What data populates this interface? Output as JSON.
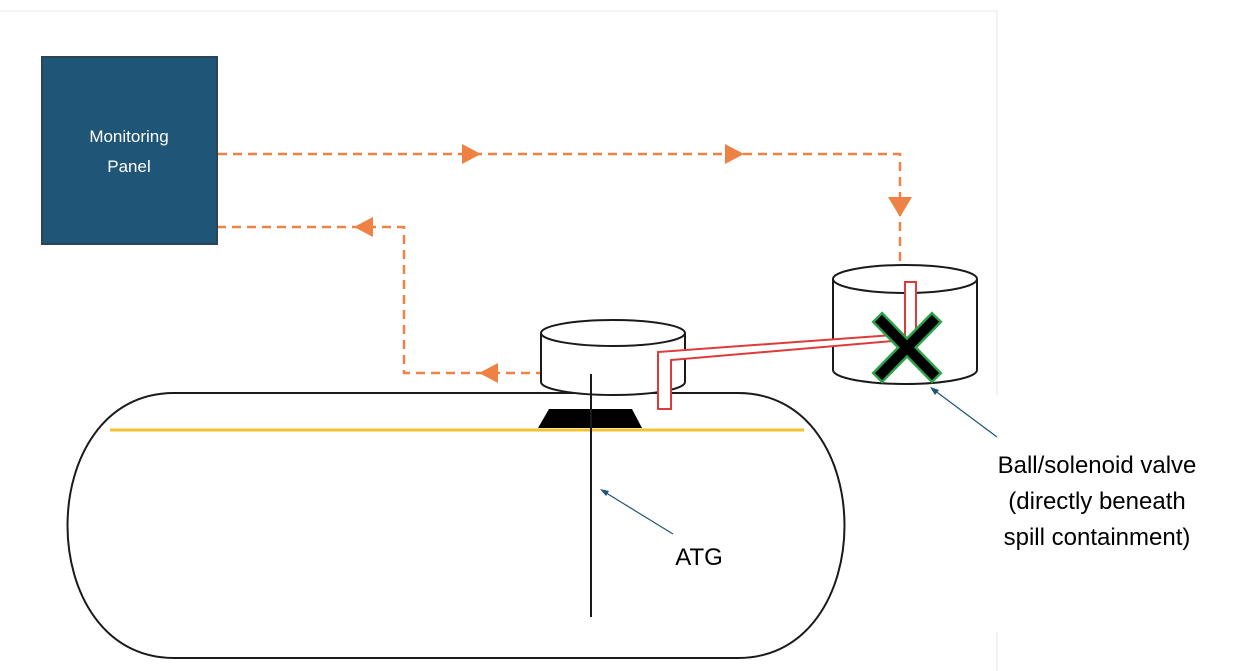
{
  "panel": {
    "label_line1": "Monitoring",
    "label_line2": "Panel"
  },
  "labels": {
    "atg": "ATG",
    "valve_line1": "Ball/solenoid valve",
    "valve_line2": "(directly beneath",
    "valve_line3": "spill containment)"
  },
  "colors": {
    "panel_fill": "#1f5576",
    "panel_border": "#2c4456",
    "signal_line": "#ee8245",
    "fuel_level": "#f3c230",
    "pipe": "#dd3b3b",
    "valve_x": "#000000",
    "valve_x_outline": "#2ca34a",
    "leader": "#1f5576"
  },
  "icons": {
    "valve_marker": "x-mark-icon",
    "flow_arrow": "arrow-triangle-icon"
  }
}
